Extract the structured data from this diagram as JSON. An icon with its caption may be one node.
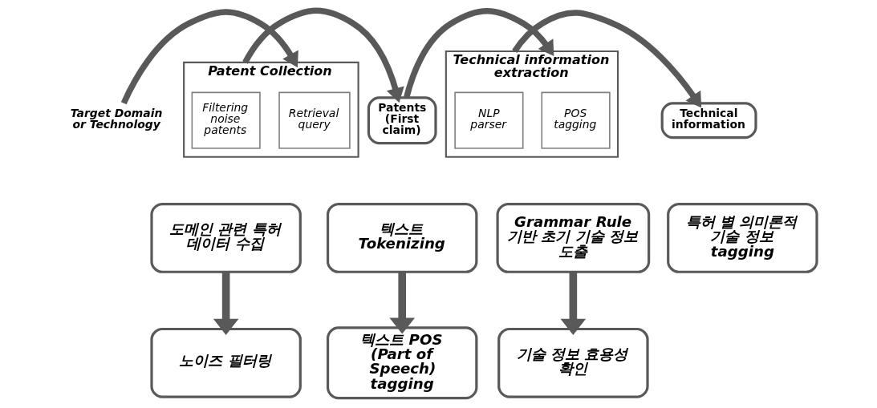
{
  "diagram": {
    "nodes": [
      {
        "text": [
          "Target Domain or Technology"
        ]
      },
      {
        "text": [
          "Patent Collection"
        ]
      },
      {
        "text": [
          "Retrieval query"
        ],
        "in": 1
      },
      {
        "text": [
          "Filtering noise patents"
        ],
        "in": 1
      },
      {
        "text": [
          "Patents (First claim)"
        ]
      },
      {
        "text": [
          "Technical information extraction"
        ]
      },
      {
        "text": [
          "POS tagging"
        ],
        "in": 5
      },
      {
        "text": [
          "NLP parser"
        ],
        "in": 5
      },
      {
        "text": [
          "Technical information"
        ]
      },
      {
        "text": [
          "도메인 관련 특허 데이터 수집"
        ]
      },
      {
        "text": [
          "노이즈 필터링"
        ]
      },
      {
        "text": [
          "텍스트 Tokenizing"
        ]
      },
      {
        "text": [
          "텍스트 POS (Part of Speech) tagging"
        ]
      },
      {
        "text": [
          "Grammar Rule 기반 초기 기술 정보 도출"
        ]
      },
      {
        "text": [
          "기술 정보 효용성 확인"
        ]
      },
      {
        "text": [
          "특허 별 의미론적 기술 정보 tagging"
        ]
      }
    ],
    "edges": [
      {
        "from": 0,
        "to": 1,
        "arrow": "to"
      },
      {
        "from": 1,
        "to": 4,
        "arrow": "to"
      },
      {
        "from": 4,
        "to": 5,
        "arrow": "to"
      },
      {
        "from": 5,
        "to": 8,
        "arrow": "to"
      },
      {
        "from": 9,
        "to": 10,
        "arrow": "to"
      },
      {
        "from": 11,
        "to": 12,
        "arrow": "to"
      },
      {
        "from": 13,
        "to": 14,
        "arrow": "to"
      }
    ]
  }
}
